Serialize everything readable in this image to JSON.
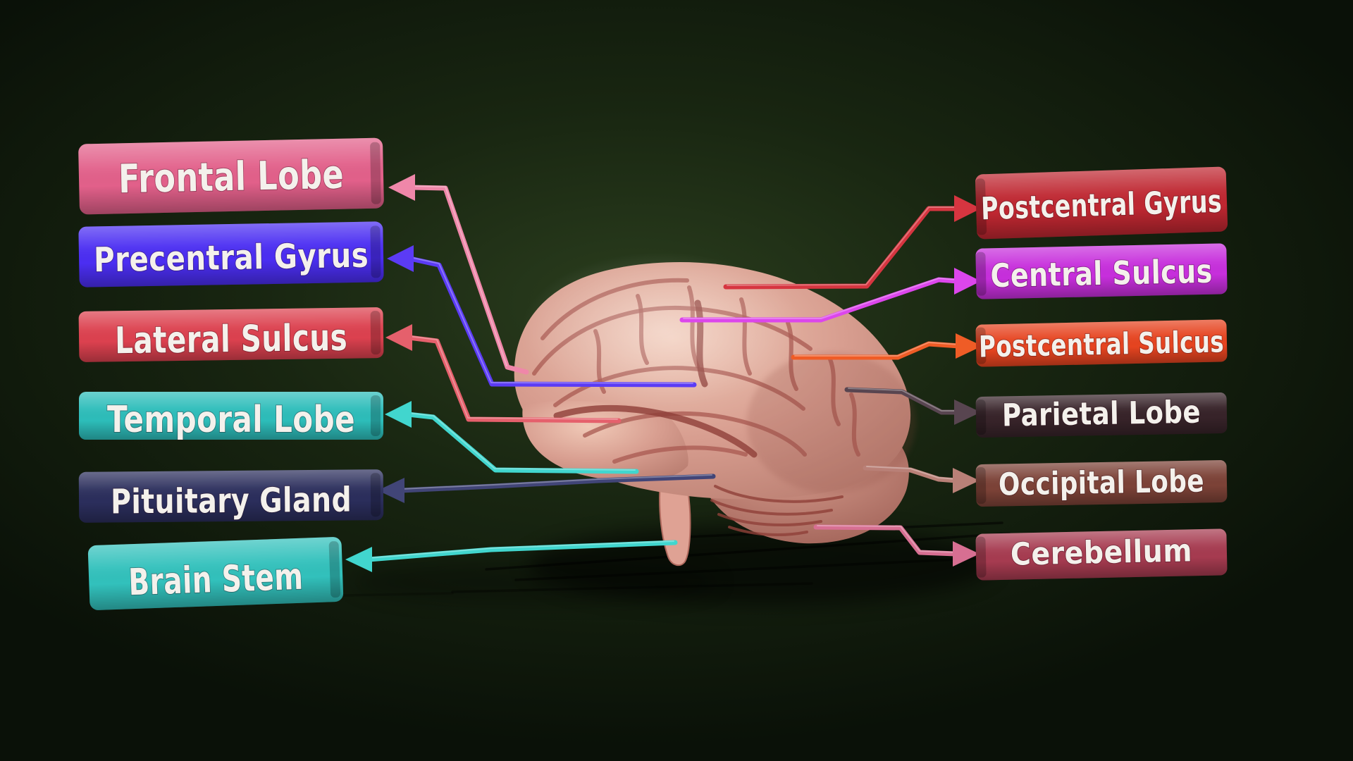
{
  "scene": {
    "description": "3D anatomy viewer scene: lateral view of a human brain with labeled structures",
    "background_glow_color": "#2e4220",
    "background_base_color": "#0a1108"
  },
  "brain": {
    "name": "human-brain-lateral-view",
    "base_color": "#d8a093",
    "highlight_color": "#eec4b2",
    "crevice_color": "#a85850",
    "cerebellum_color": "#c08578",
    "stem_color": "#dfa294"
  },
  "labels": {
    "left": [
      {
        "text": "Frontal Lobe",
        "ribbon_color": "#e2608a",
        "line_color": "#ef87a9"
      },
      {
        "text": "Precentral Gyrus",
        "ribbon_color": "#4b2ef2",
        "line_color": "#5b3bf5"
      },
      {
        "text": "Lateral Sulcus",
        "ribbon_color": "#dc414f",
        "line_color": "#e5606c"
      },
      {
        "text": "Temporal Lobe",
        "ribbon_color": "#2dbdba",
        "line_color": "#41d6ce"
      },
      {
        "text": "Pituitary Gland",
        "ribbon_color": "#2b2e5c",
        "line_color": "#414577"
      },
      {
        "text": "Brain Stem",
        "ribbon_color": "#32c1bc",
        "line_color": "#41d6ce"
      }
    ],
    "right": [
      {
        "text": "Postcentral Gyrus",
        "ribbon_color": "#bf2731",
        "line_color": "#d63540"
      },
      {
        "text": "Central Sulcus",
        "ribbon_color": "#c72fdc",
        "line_color": "#dc46ec"
      },
      {
        "text": "Postcentral Sulcus",
        "ribbon_color": "#e64420",
        "line_color": "#ef5c26"
      },
      {
        "text": "Parietal Lobe",
        "ribbon_color": "#372329",
        "line_color": "#584550"
      },
      {
        "text": "Occipital Lobe",
        "ribbon_color": "#7c4237",
        "line_color": "#b98077"
      },
      {
        "text": "Cerebellum",
        "ribbon_color": "#a63b50",
        "line_color": "#d76f92"
      }
    ]
  }
}
